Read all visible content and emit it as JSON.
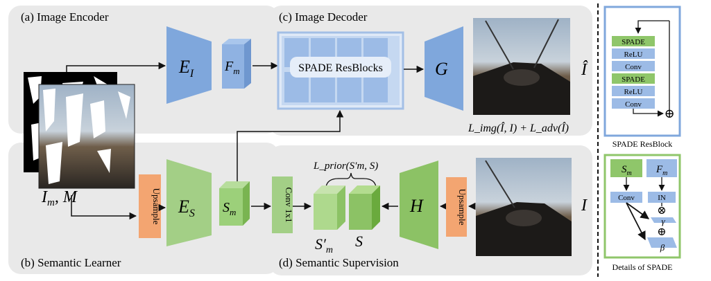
{
  "panels": {
    "a": "(a) Image Encoder",
    "b": "(b) Semantic Learner",
    "c": "(c) Image Decoder",
    "d": "(d) Semantic Supervision"
  },
  "encoders": {
    "image_encoder": "E",
    "image_encoder_sub": "I",
    "semantic_encoder": "E",
    "semantic_encoder_sub": "S",
    "generator": "G",
    "head": "H"
  },
  "features": {
    "f_m": "F",
    "f_m_sub": "m",
    "s_m": "S",
    "s_m_sub": "m",
    "s_m_prime": "S′",
    "s_m_prime_sub": "m",
    "s": "S"
  },
  "blocks": {
    "spade_resblocks": "SPADE ResBlocks",
    "upsample_left": "Upsample",
    "upsample_right": "Upsample",
    "conv1x1": "Conv 1x1"
  },
  "inputs": {
    "masked": "I",
    "masked_sub": "m",
    "mask": ", M",
    "output": "Î",
    "gt": "I"
  },
  "losses": {
    "img_loss": "L_img(Î, I) + L_adv(Î)",
    "prior_loss": "L_prior(S′m, S)"
  },
  "resblock": {
    "title": "SPADE ResBlock",
    "layers": [
      "SPADE",
      "ReLU",
      "Conv",
      "SPADE",
      "ReLU",
      "Conv"
    ],
    "sum": "⊕"
  },
  "spade_detail": {
    "title": "Details of SPADE",
    "s_m": "S",
    "s_m_sub": "m",
    "f_m": "F",
    "f_m_sub": "m",
    "conv": "Conv",
    "in": "IN",
    "mult": "⊗",
    "add": "⊕",
    "gamma": "γ",
    "beta": "β"
  },
  "colors": {
    "blue": "#7fa7dc",
    "green": "#8fc66a",
    "orange": "#f3a571",
    "panel_bg": "#e8e8e8"
  }
}
